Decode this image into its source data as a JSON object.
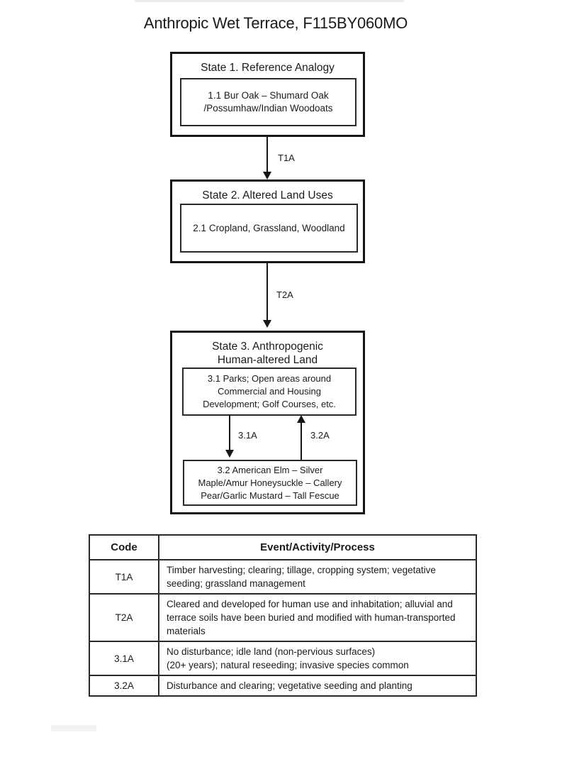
{
  "page": {
    "title": "Anthropic Wet Terrace, F115BY060MO"
  },
  "diagram": {
    "state1": {
      "title": "State 1. Reference Analogy",
      "community": [
        "1.1 Bur Oak – Shumard Oak",
        "/Possumhaw/Indian Woodoats"
      ]
    },
    "state2": {
      "title": "State 2. Altered Land Uses",
      "community": [
        "2.1 Cropland, Grassland, Woodland"
      ]
    },
    "state3": {
      "title": [
        "State 3. Anthropogenic",
        "Human-altered Land"
      ],
      "community31": [
        "3.1 Parks; Open areas around",
        "Commercial and Housing",
        "Development;  Golf Courses, etc."
      ],
      "community32": [
        "3.2 American Elm – Silver",
        "Maple/Amur Honeysuckle – Callery",
        "Pear/Garlic Mustard – Tall Fescue"
      ]
    },
    "transitions": {
      "t1a": "T1A",
      "t2a": "T2A",
      "a31": "3.1A",
      "a32": "3.2A"
    }
  },
  "table": {
    "headers": {
      "code": "Code",
      "event": "Event/Activity/Process"
    },
    "rows": [
      {
        "code": "T1A",
        "desc": "Timber harvesting; clearing; tillage, cropping system; vegetative seeding; grassland management"
      },
      {
        "code": "T2A",
        "desc": "Cleared and developed for human use and inhabitation; alluvial and terrace soils have been buried and modified with human-transported materials"
      },
      {
        "code": "3.1A",
        "desc": [
          "No disturbance; idle land (non-pervious surfaces)",
          "(20+ years); natural reseeding; invasive species common"
        ]
      },
      {
        "code": "3.2A",
        "desc": "Disturbance and clearing; vegetative seeding and planting"
      }
    ]
  },
  "colors": {
    "ink": "#1b1b1b",
    "border": "#161616",
    "background": "#ffffff"
  }
}
